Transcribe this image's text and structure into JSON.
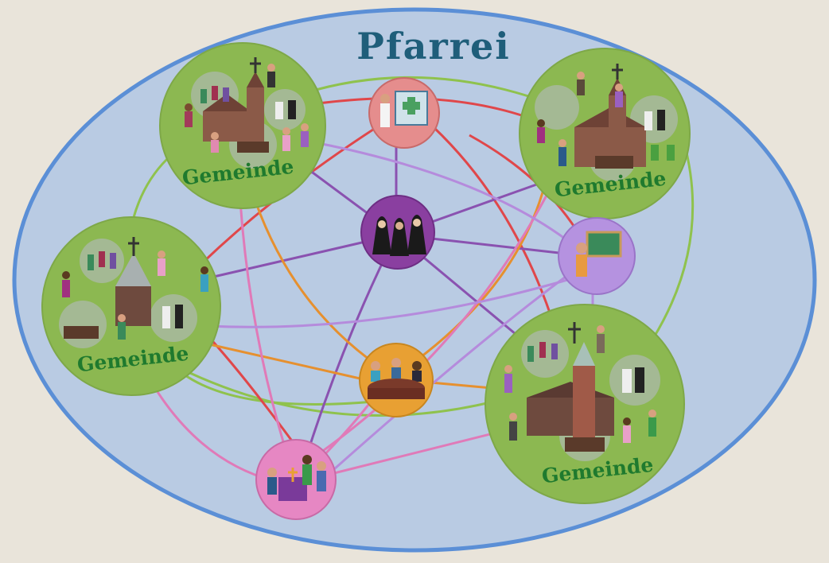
{
  "title": "Pfarrei",
  "colors": {
    "background": "#e9e4da",
    "ellipse_fill": "#b9cbe3",
    "ellipse_stroke": "#5b8fd6",
    "gemeinde_fill": "#8cb851",
    "gemeinde_text": "#1f7a2e",
    "title": "#1f5e7a",
    "line_green": "#8fc24d",
    "line_red": "#e0474a",
    "line_purple": "#8a52b0",
    "line_orange": "#e6902f",
    "line_pink": "#e07ab8",
    "line_violet": "#b58bdc"
  },
  "gemeinden": [
    {
      "id": "top-left",
      "label": "Gemeinde"
    },
    {
      "id": "top-right",
      "label": "Gemeinde"
    },
    {
      "id": "middle-left",
      "label": "Gemeinde"
    },
    {
      "id": "bottom-right",
      "label": "Gemeinde"
    }
  ],
  "nodes": [
    {
      "id": "hospital",
      "icon": "hospital-icon",
      "fill": "#e58d8d"
    },
    {
      "id": "nuns",
      "icon": "nuns-icon",
      "fill": "#8a3fa0"
    },
    {
      "id": "school",
      "icon": "teacher-icon",
      "fill": "#b592e0"
    },
    {
      "id": "council",
      "icon": "council-table-icon",
      "fill": "#e8a033"
    },
    {
      "id": "youth-group",
      "icon": "group-altar-icon",
      "fill": "#e687c3"
    }
  ]
}
